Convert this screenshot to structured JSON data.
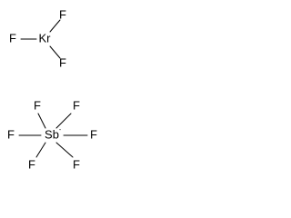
{
  "cation": {
    "center_label": "Kr",
    "top_ligand": "F",
    "left_ligand": "F",
    "bottom_ligand": "F"
  },
  "anion": {
    "center_label": "Sb",
    "charge": "-",
    "top_left_ligand": "F",
    "top_right_ligand": "F",
    "left_ligand": "F",
    "right_ligand": "F",
    "bottom_left_ligand": "F",
    "bottom_right_ligand": "F"
  }
}
